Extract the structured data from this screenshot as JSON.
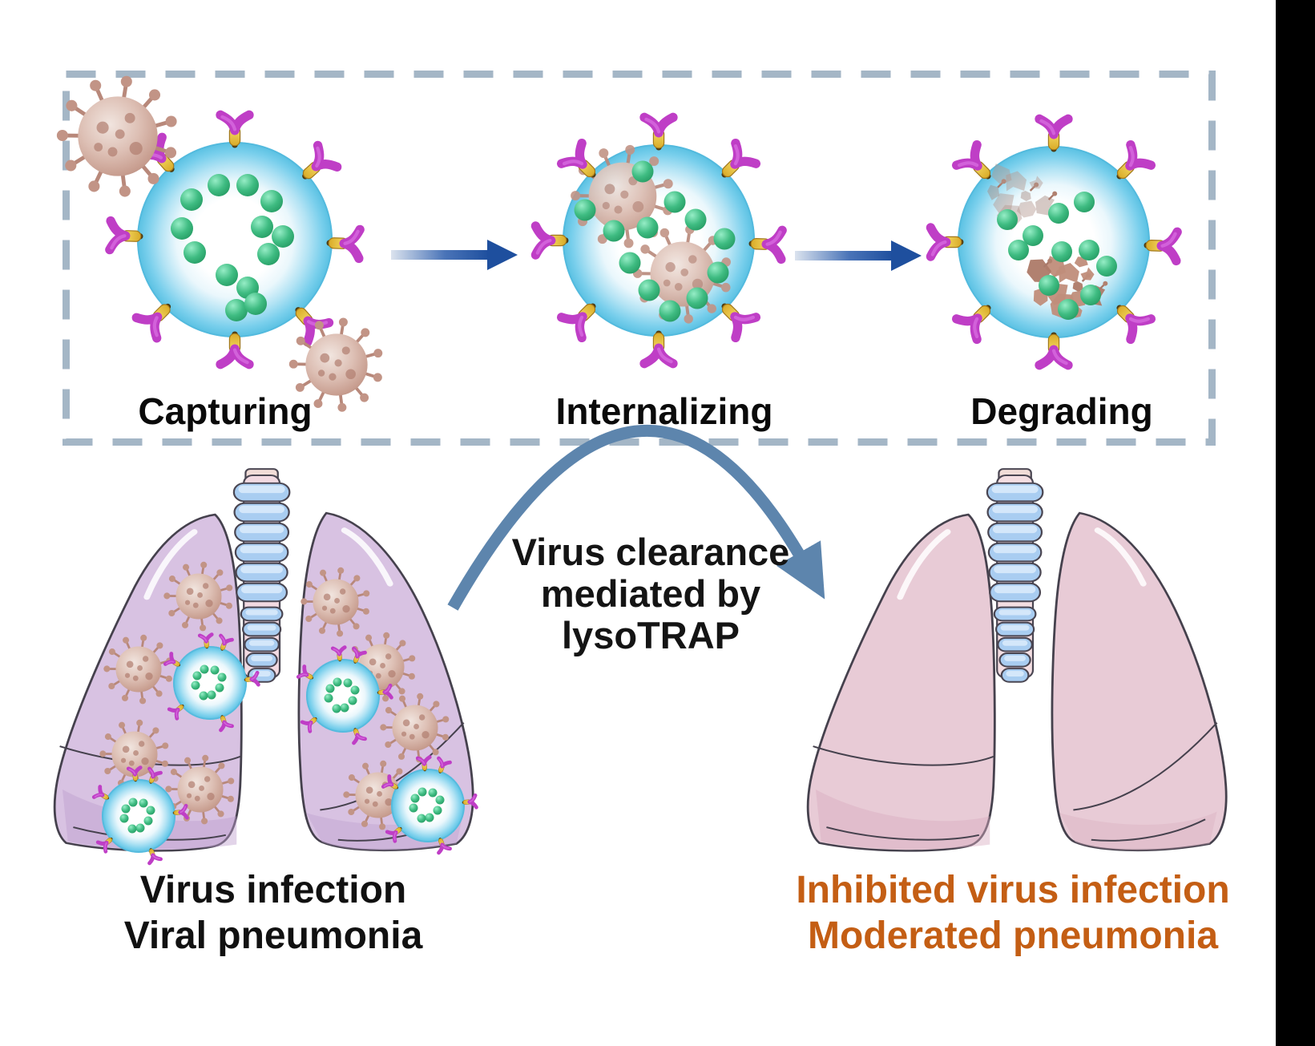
{
  "figure": {
    "process_box": {
      "steps": [
        {
          "label": "Capturing"
        },
        {
          "label": "Internalizing"
        },
        {
          "label": "Degrading"
        }
      ]
    },
    "clearance_arrow": {
      "line1": "Virus clearance",
      "line2": "mediated by",
      "line3": "lysoTRAP"
    },
    "infected_lungs": {
      "line1": "Virus infection",
      "line2": "Viral pneumonia"
    },
    "healthy_lungs": {
      "line1": "Inhibited virus infection",
      "line2": "Moderated pneumonia"
    }
  },
  "colors": {
    "page_background": "#ffffff",
    "process_border": "#a4b6c6",
    "step_label": "#0a0a0a",
    "caption_text": "#141414",
    "infected_label": "#111111",
    "healthy_label": "#c45e14",
    "step_arrow_dark": "#1e4f9e",
    "step_arrow_light": "#dbe3ee",
    "clearance_arrow": "#5d85ad",
    "vesicle_rim": "#58c0e2",
    "enzyme_green": "#3fbc82",
    "virus_body": "#c89e90",
    "antibody_arms": "#bf3ec6",
    "antibody_stem": "#e9c93f",
    "infected_lung": "#d8c2e2",
    "healthy_lung": "#e8cbd6",
    "trachea_ring": "#a9cdf1"
  }
}
